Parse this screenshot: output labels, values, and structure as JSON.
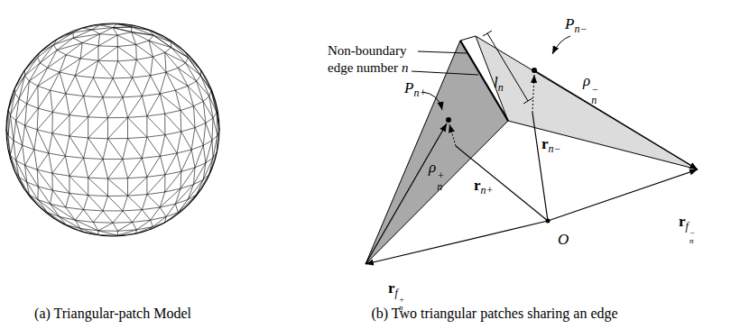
{
  "diagram": {
    "labels": [
      "Non-boundary edge number",
      "n",
      "P",
      "n+",
      "P",
      "n−",
      "l",
      "n",
      "ρ",
      "−",
      "n",
      "ρ",
      "+",
      "n",
      "r",
      "n−",
      "r",
      "n+",
      "O",
      "r",
      "f",
      "+",
      "n",
      "r",
      "f",
      "−",
      "n",
      "(a) Triangular-patch Model",
      "(b) Two triangular patches sharing an edge"
    ]
  }
}
